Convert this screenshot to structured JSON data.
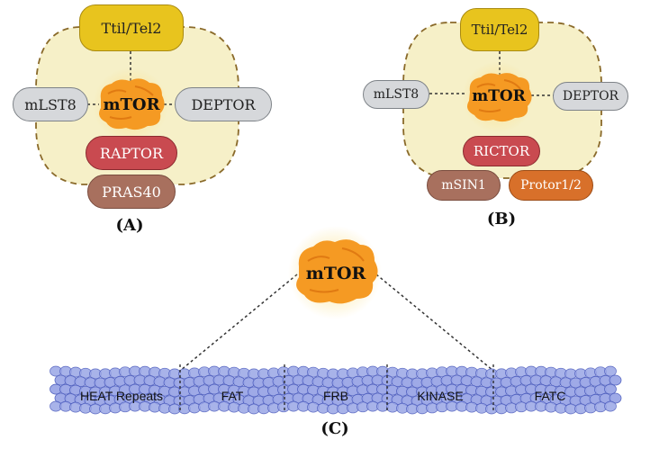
{
  "panel_a": {
    "top": "Ttil/Tel2",
    "core": "mTOR",
    "left": "mLST8",
    "right": "DEPTOR",
    "below1": "RAPTOR",
    "below2": "PRAS40",
    "caption": "(A)"
  },
  "panel_b": {
    "top": "Ttil/Tel2",
    "core": "mTOR",
    "left": "mLST8",
    "right": "DEPTOR",
    "below1": "RICTOR",
    "below_left": "mSIN1",
    "below_right": "Protor1/2",
    "caption": "(B)"
  },
  "panel_c": {
    "core": "mTOR",
    "domains": [
      "HEAT Repeats",
      "FAT",
      "FRB",
      "KINASE",
      "FATC"
    ],
    "caption": "(C)"
  },
  "colors": {
    "complex_fill": "#f6f0c8",
    "complex_border": "#8a6a2a",
    "mtor_orange": "#f59a23",
    "mtor_glow": "#f7c94a",
    "bead_fill": "#9aa6e6",
    "bead_stroke": "#4f5fbf"
  }
}
